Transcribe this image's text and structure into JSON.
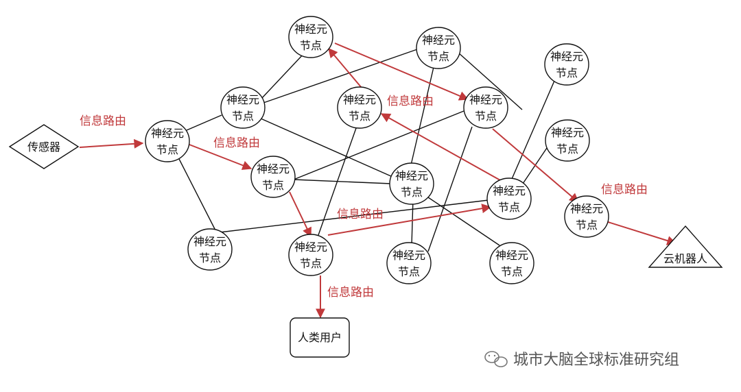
{
  "colors": {
    "edge": "#111111",
    "route": "#c0393b",
    "watermark": "#555555"
  },
  "sensor": {
    "label": "传感器"
  },
  "cloud_robot": {
    "label": "云机器人"
  },
  "human_user": {
    "label": "人类用户"
  },
  "neuron": {
    "line1": "神经元",
    "line2": "节点"
  },
  "routing_label": "信息路由",
  "watermark": {
    "text": "城市大脑全球标准研究组",
    "icon": "wechat-icon"
  }
}
